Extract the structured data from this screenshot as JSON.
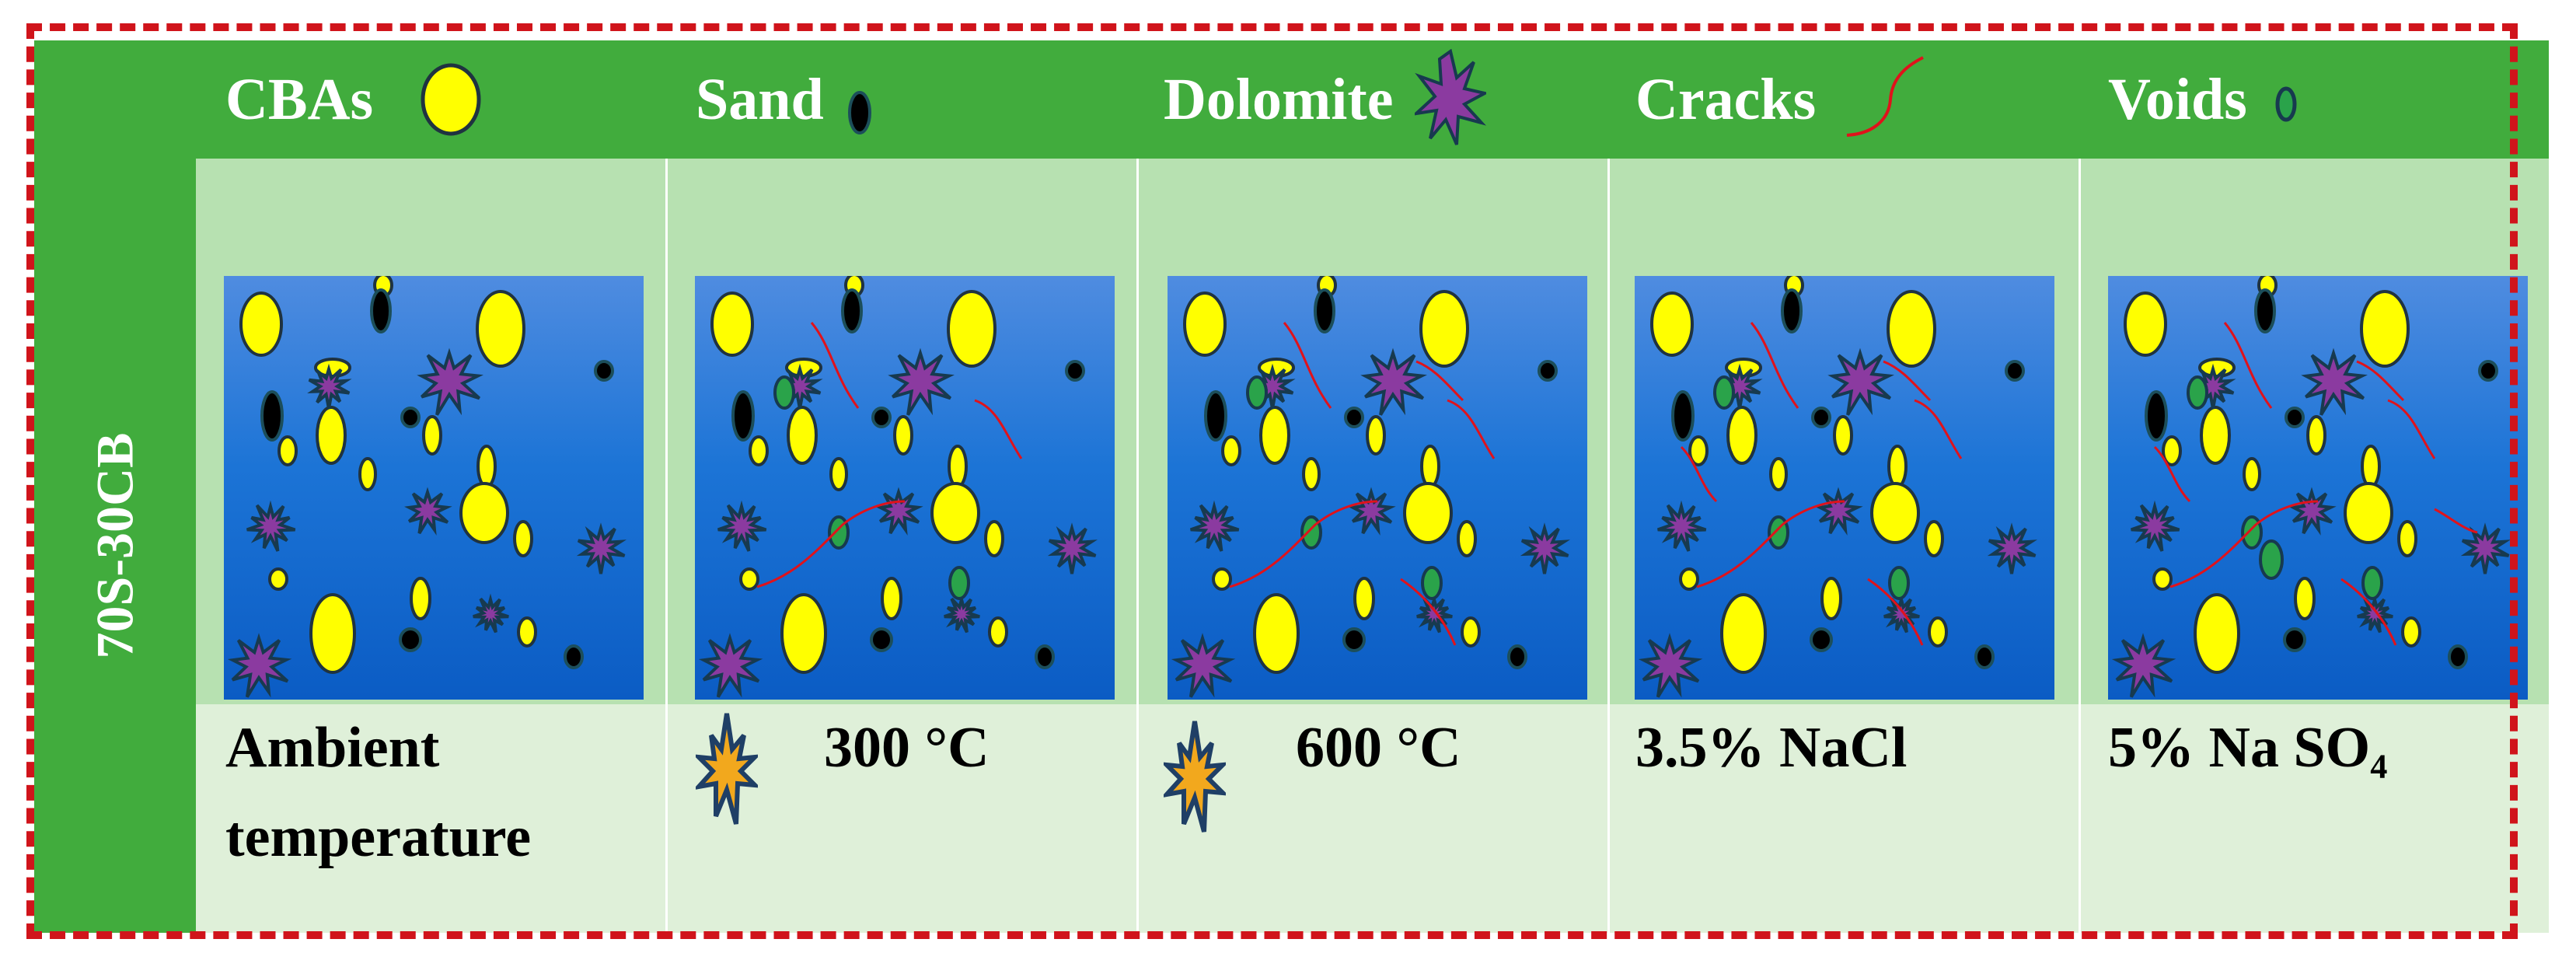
{
  "legend": {
    "items": [
      {
        "label": "CBAs",
        "icon": "yellow-ellipse-icon"
      },
      {
        "label": "Sand",
        "icon": "black-ellipse-icon"
      },
      {
        "label": "Dolomite",
        "icon": "purple-starburst-icon"
      },
      {
        "label": "Cracks",
        "icon": "red-crack-icon"
      },
      {
        "label": "Voids",
        "icon": "green-void-icon"
      }
    ]
  },
  "row_label": "70S-30CB",
  "panels": [
    {
      "condition": "Ambient",
      "condition_line2": "temperature",
      "heated": false,
      "cracks": 0,
      "voids": 0
    },
    {
      "condition": "300 °C",
      "heated": true,
      "cracks": 3,
      "voids": 3
    },
    {
      "condition": "600 °C",
      "heated": true,
      "cracks": 5,
      "voids": 3
    },
    {
      "condition": "3.5% NaCl",
      "heated": false,
      "cracks": 6,
      "voids": 3
    },
    {
      "condition": "5% Na",
      "condition_sub": "SO₄",
      "heated": false,
      "cracks": 7,
      "voids": 4
    }
  ],
  "colors": {
    "frame": "#d0141b",
    "header_green": "#41ac3d",
    "panel_top": "#b7e1b1",
    "panel_bottom": "#dff0d9",
    "cba": "#ffff00",
    "sand": "#000000",
    "dolomite": "#8b3aa0",
    "crack": "#e0121b",
    "void": "#2aa34a",
    "specimen_top": "#4f8ce0",
    "specimen_bottom": "#0b5cc4",
    "burst_outer": "#1f3f66",
    "burst_inner": "#f2a81d"
  }
}
